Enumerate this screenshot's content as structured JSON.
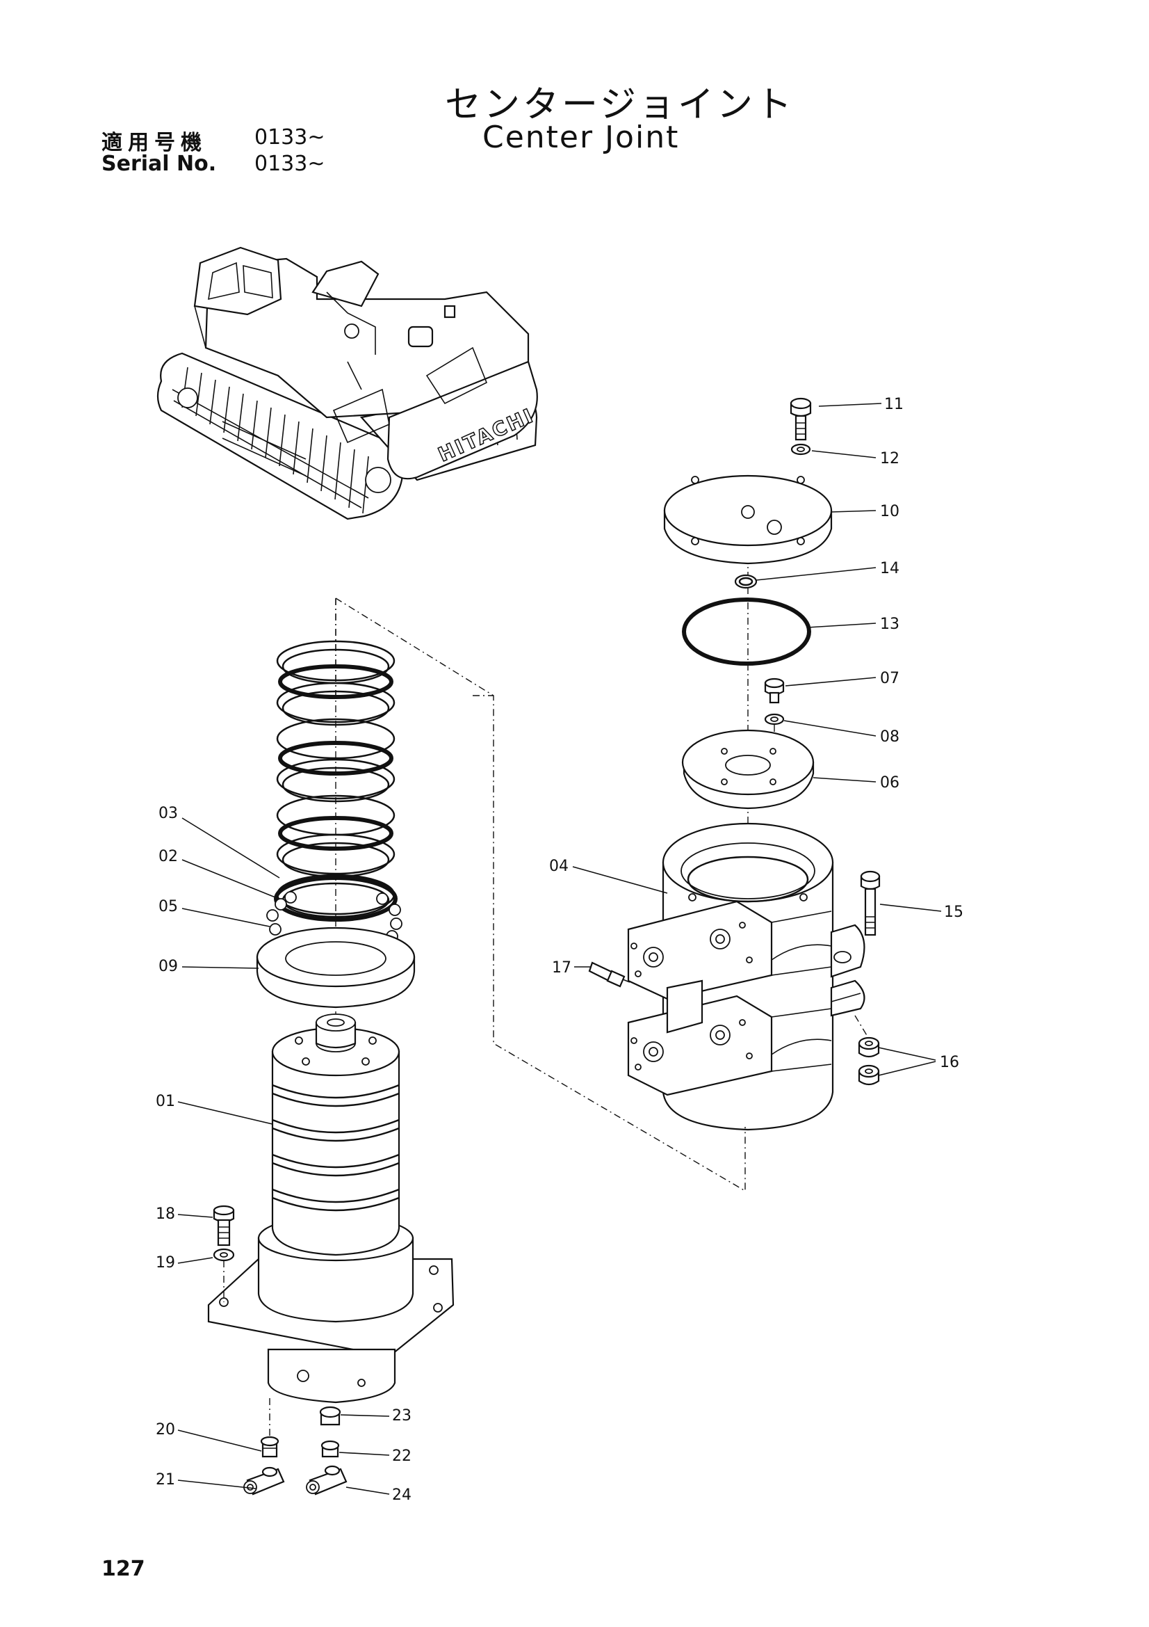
{
  "header": {
    "title_jp": "センタージョイント",
    "title_en": "Center Joint",
    "serial_label_jp": "適用号機",
    "serial_value_jp": "0133~",
    "serial_label_en": "Serial No.",
    "serial_value_en": "0133~"
  },
  "machine_logo": "HITACHI",
  "page_number": "127",
  "part_labels": {
    "p01": "01",
    "p02": "02",
    "p03": "03",
    "p04": "04",
    "p05": "05",
    "p06": "06",
    "p07": "07",
    "p08": "08",
    "p09": "09",
    "p10": "10",
    "p11": "11",
    "p12": "12",
    "p13": "13",
    "p14": "14",
    "p15": "15",
    "p16": "16",
    "p17": "17",
    "p18": "18",
    "p19": "19",
    "p20": "20",
    "p21": "21",
    "p22": "22",
    "p23": "23",
    "p24": "24"
  }
}
